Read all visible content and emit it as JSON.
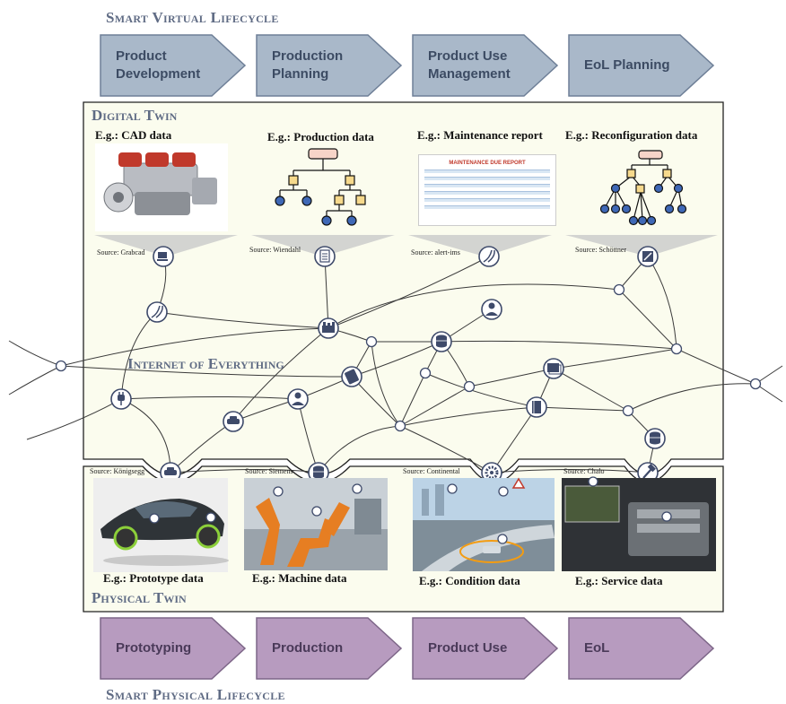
{
  "headings": {
    "virtual": "Smart Virtual Lifecycle",
    "physical": "Smart Physical Lifecycle",
    "digital_twin": "Digital Twin",
    "physical_twin": "Physical Twin",
    "ioe": "Internet of Everything"
  },
  "virtual_phases": [
    {
      "line1": "Product",
      "line2": "Development"
    },
    {
      "line1": "Production",
      "line2": "Planning"
    },
    {
      "line1": "Product Use",
      "line2": "Management"
    },
    {
      "line1": "EoL Planning",
      "line2": ""
    }
  ],
  "physical_phases": [
    "Prototyping",
    "Production",
    "Product Use",
    "EoL"
  ],
  "digital_cards": [
    {
      "title": "E.g.: CAD data",
      "source": "Source: Grabcad"
    },
    {
      "title": "E.g.: Production data",
      "source": "Source: Wiendahl"
    },
    {
      "title": "E.g.: Maintenance report",
      "source": "Source: alert-ims"
    },
    {
      "title": "E.g.: Reconfiguration data",
      "source": "Source: Schöttner"
    }
  ],
  "physical_cards": [
    {
      "title": "E.g.: Prototype data",
      "source": "Source: Königsegg"
    },
    {
      "title": "E.g.: Machine data",
      "source": "Source: Siemens"
    },
    {
      "title": "E.g.: Condition data",
      "source": "Source: Continental"
    },
    {
      "title": "E.g.: Service data",
      "source": "Source: Chalo"
    }
  ],
  "report": {
    "title": "MAINTENANCE DUE REPORT"
  },
  "colors": {
    "virtual_fill": "#a9b8c9",
    "physical_fill": "#b79bbf",
    "twin_panel": "#fbfcee",
    "heading": "#5f6b84",
    "tree_box": "#f6d98c",
    "tree_node": "#3f68b6"
  },
  "icons": [
    "laptop-icon",
    "document-icon",
    "caliper-icon",
    "note-icon",
    "factory-icon",
    "person-icon",
    "database-icon",
    "tablet-icon",
    "monitor-icon",
    "plug-icon",
    "car-icon",
    "book-icon",
    "gear-icon",
    "hammer-icon"
  ]
}
